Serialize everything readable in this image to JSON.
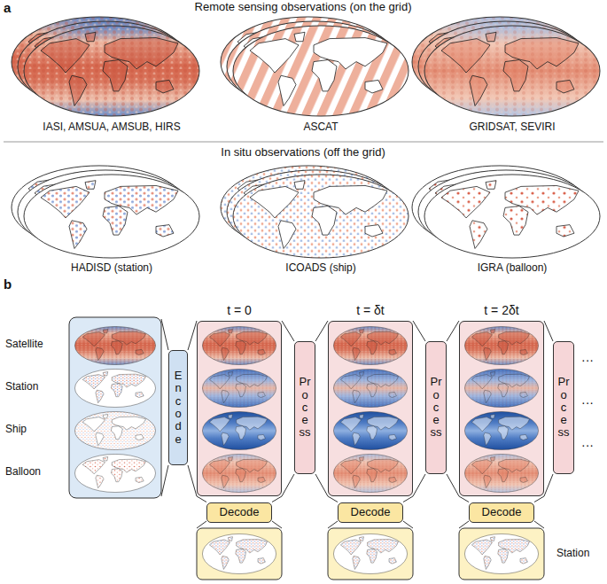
{
  "diagram": {
    "nodes": [
      {
        "text": [
          "Encode"
        ]
      },
      {
        "text": [
          "t = 0"
        ]
      },
      {
        "text": [
          "Process"
        ]
      },
      {
        "text": [
          "t = δt"
        ]
      },
      {
        "text": [
          "Process"
        ]
      },
      {
        "text": [
          "t = 2δt"
        ]
      },
      {
        "text": [
          "Process"
        ]
      },
      {
        "text": [
          "Decode"
        ]
      },
      {
        "text": [
          "Decode"
        ]
      },
      {
        "text": [
          "Decode"
        ]
      }
    ],
    "edges": [
      {
        "from": 0,
        "to": 1,
        "arrow": "none"
      },
      {
        "from": 1,
        "to": 2,
        "arrow": "none"
      },
      {
        "from": 2,
        "to": 3,
        "arrow": "none"
      },
      {
        "from": 3,
        "to": 4,
        "arrow": "none"
      },
      {
        "from": 4,
        "to": 5,
        "arrow": "none"
      },
      {
        "from": 5,
        "to": 6,
        "arrow": "none"
      },
      {
        "from": 1,
        "to": 7,
        "arrow": "none"
      },
      {
        "from": 3,
        "to": 8,
        "arrow": "none"
      },
      {
        "from": 5,
        "to": 9,
        "arrow": "none"
      }
    ],
    "labels": [
      "a",
      "Remote sensing observations (on the grid)",
      "IASI, AMSUA, AMSUB, HIRS",
      "ASCAT",
      "GRIDSAT, SEVIRI",
      "In situ observations (off the grid)",
      "HADISD (station)",
      "ICOADS (ship)",
      "IGRA (balloon)",
      "b",
      "Satellite",
      "Station",
      "Ship",
      "Balloon",
      "···",
      "···",
      "···",
      "Station"
    ]
  }
}
